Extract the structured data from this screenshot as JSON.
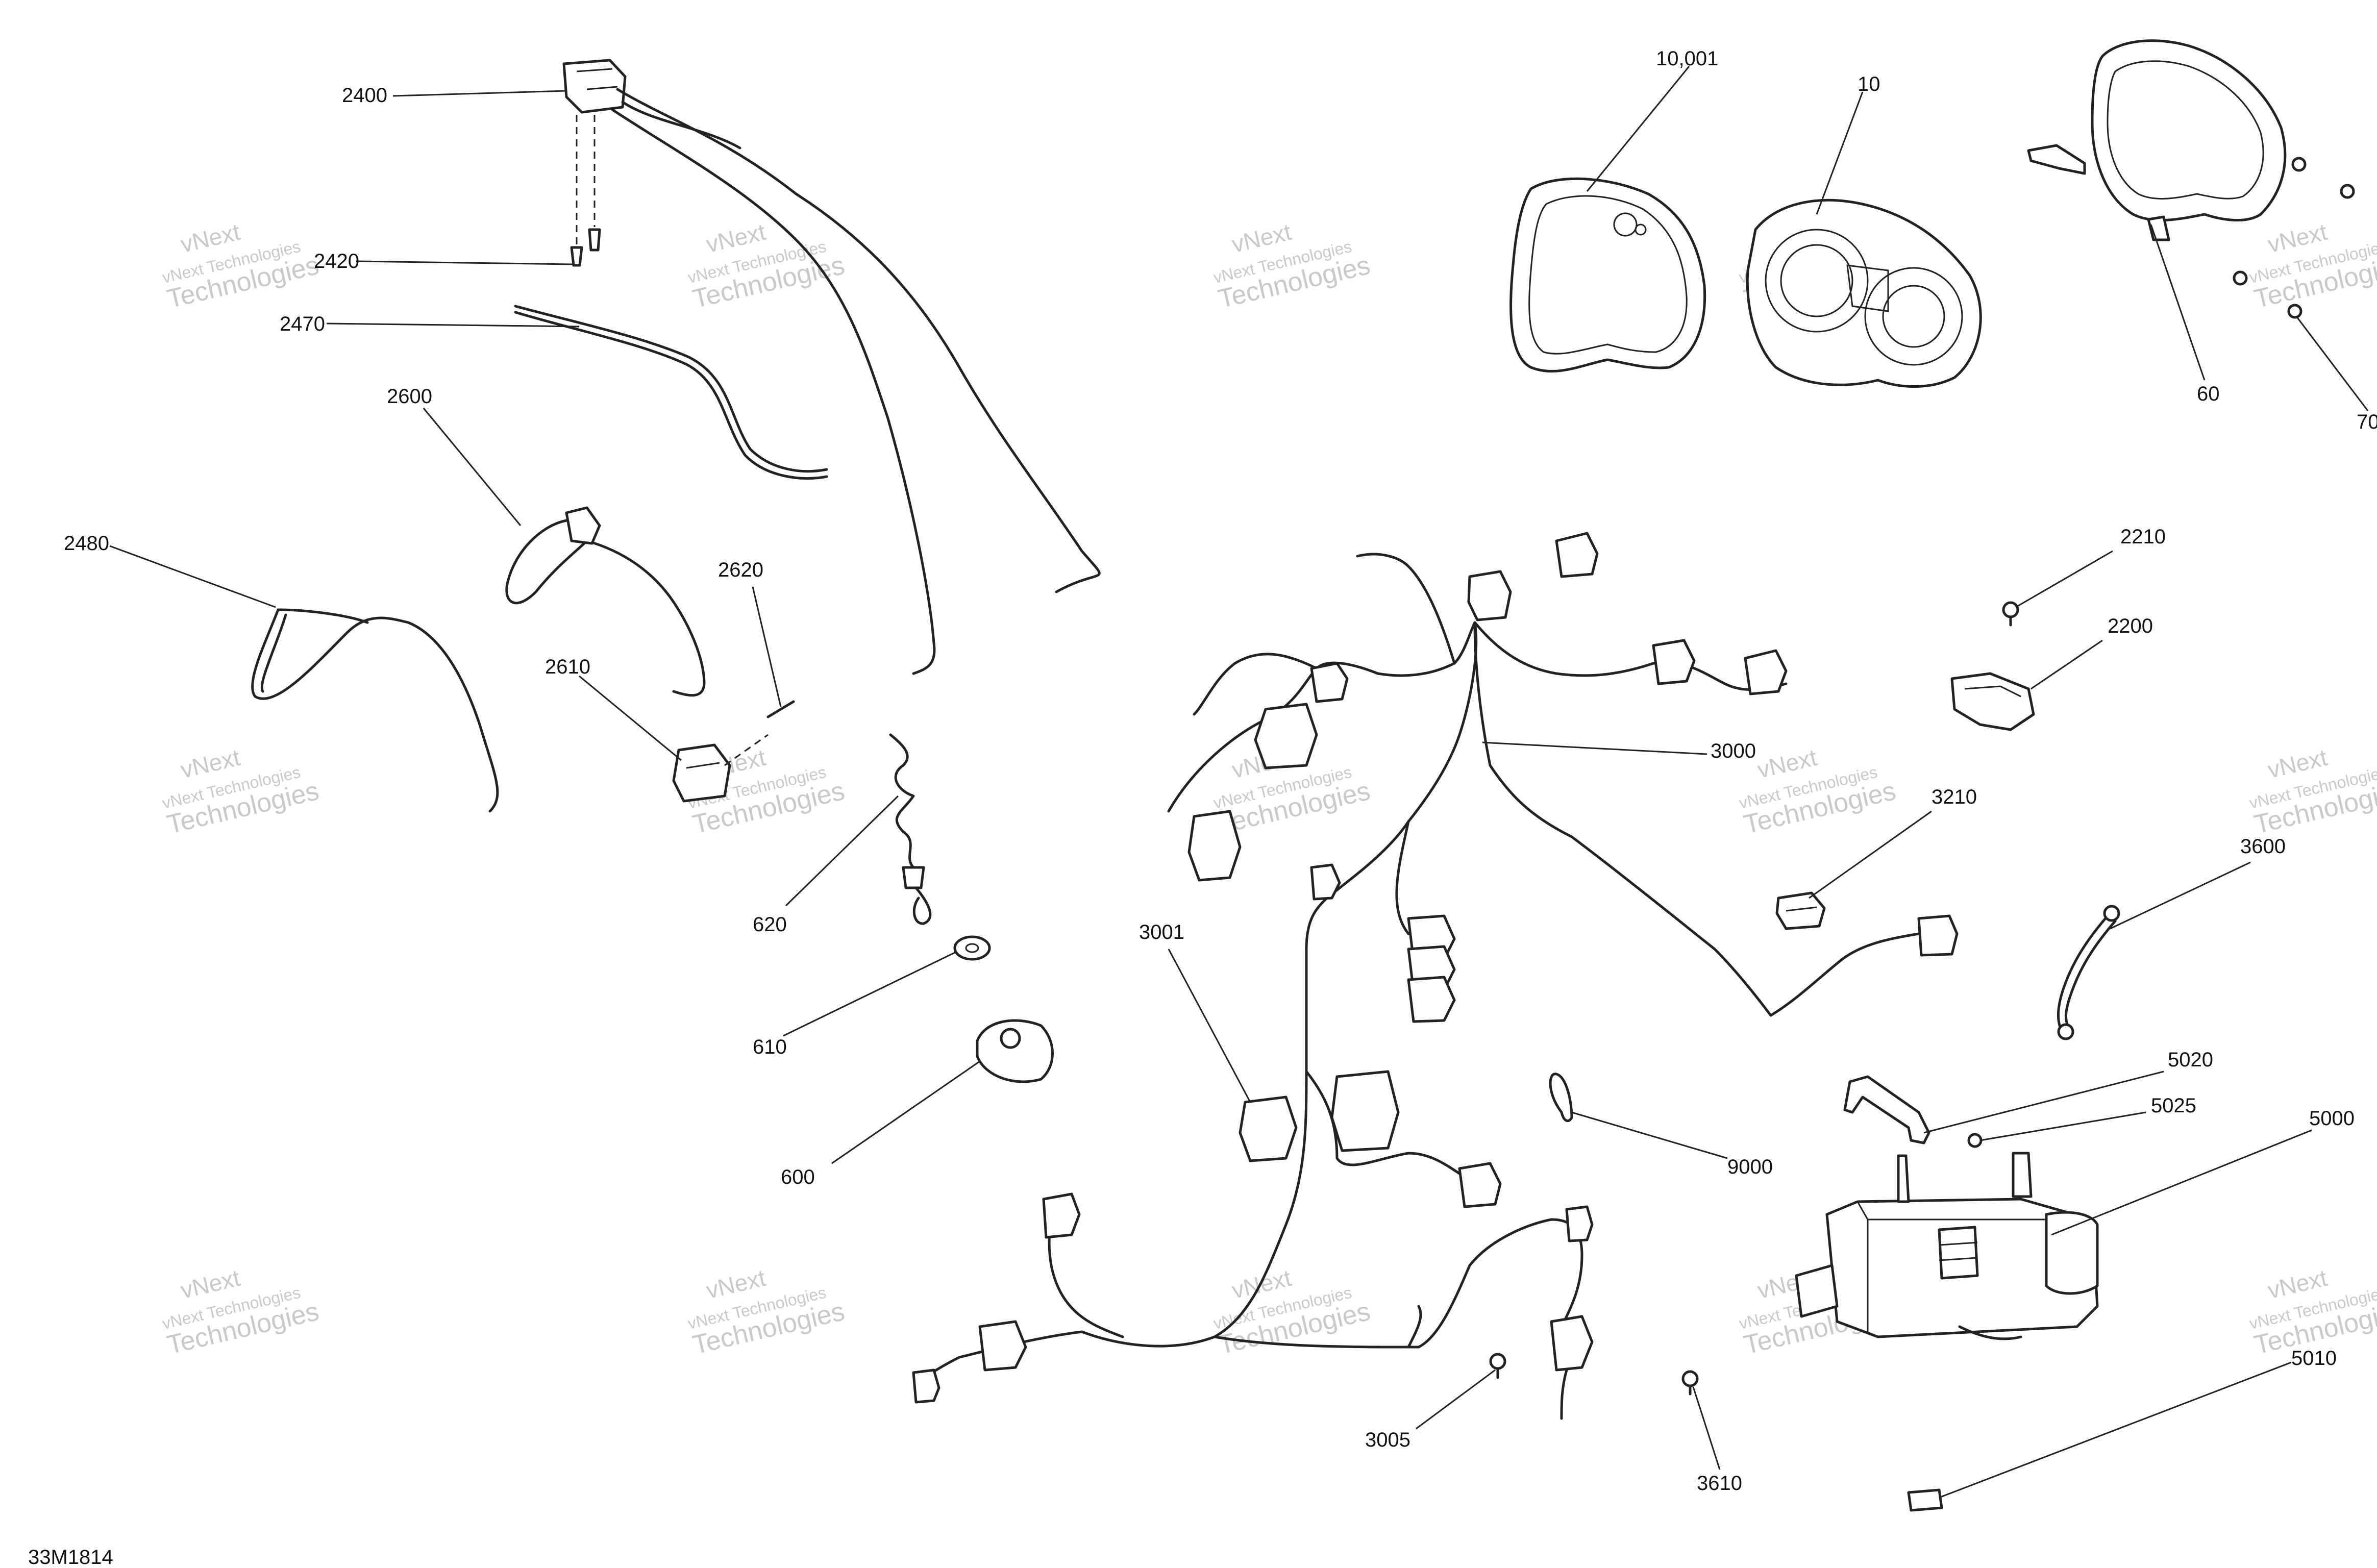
{
  "diagram": {
    "id_label": "33M1814",
    "watermark": {
      "line1": "vNext Technologies",
      "line2": "vNext",
      "line3": "Technologies"
    },
    "callouts": {
      "c2400": "2400",
      "c2420": "2420",
      "c2470": "2470",
      "c2600": "2600",
      "c2480": "2480",
      "c2620": "2620",
      "c2610": "2610",
      "c620": "620",
      "c610": "610",
      "c600": "600",
      "c10001": "10,001",
      "c10": "10",
      "c60": "60",
      "c70": "70",
      "c2210": "2210",
      "c2200": "2200",
      "c3000": "3000",
      "c3210": "3210",
      "c3600": "3600",
      "c3001": "3001",
      "c5020": "5020",
      "c5025": "5025",
      "c5000": "5000",
      "c9000": "9000",
      "c3005": "3005",
      "c3610": "3610",
      "c5010": "5010"
    }
  }
}
